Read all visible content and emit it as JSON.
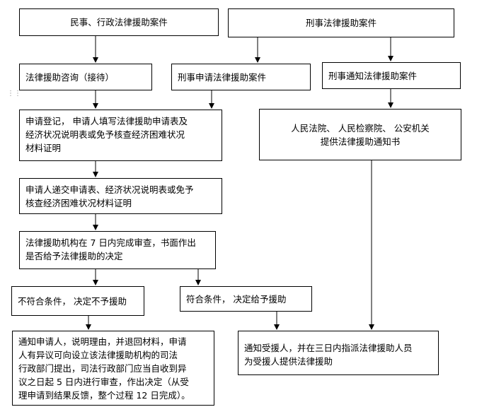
{
  "boxes": {
    "civil_admin": "民事、行政法律援助案件",
    "criminal": "刑事法律援助案件",
    "consult": "法律援助咨询（接待）",
    "criminal_apply": "刑事申请法律援助案件",
    "criminal_notify": "刑事通知法律援助案件",
    "register_line1": "申请登记， 申请人填写法律援助申请表及",
    "register_line2": "经济状况说明表或免予核查经济困难状况",
    "register_line3": "材料证明",
    "submit_line1": "申请人递交申请表、经济状况说明表或免予",
    "submit_line2": "核查经济困难状况材料证明",
    "review_line1": "法律援助机构在 7 日内完成审查，书面作出",
    "review_line2": "是否给予法律援助的决定",
    "reject": "不符合条件， 决定不予援助",
    "approve": "符合条件， 决定给予援助",
    "courts_line1": "人民法院、 人民检察院、 公安机关",
    "courts_line2": "提供法律援助通知书",
    "notify_reject_line1": "通知申请人，说明理由，并退回材料，申请",
    "notify_reject_line2": "人有异议可向设立该法律援助机构的司法",
    "notify_reject_line3": "行政部门提出，司法行政部门应当自收到异",
    "notify_reject_line4": "议之日起 5 日内进行审查，作出决定（从受",
    "notify_reject_line5": "理申请到结果反馈，整个过程 12 日完成）。",
    "notify_approve_line1": "通知受援人，并在三日内指派法律援助人员",
    "notify_approve_line2": "为受援人提供法律援助"
  },
  "colors": {
    "line": "#000000",
    "background": "#ffffff"
  }
}
